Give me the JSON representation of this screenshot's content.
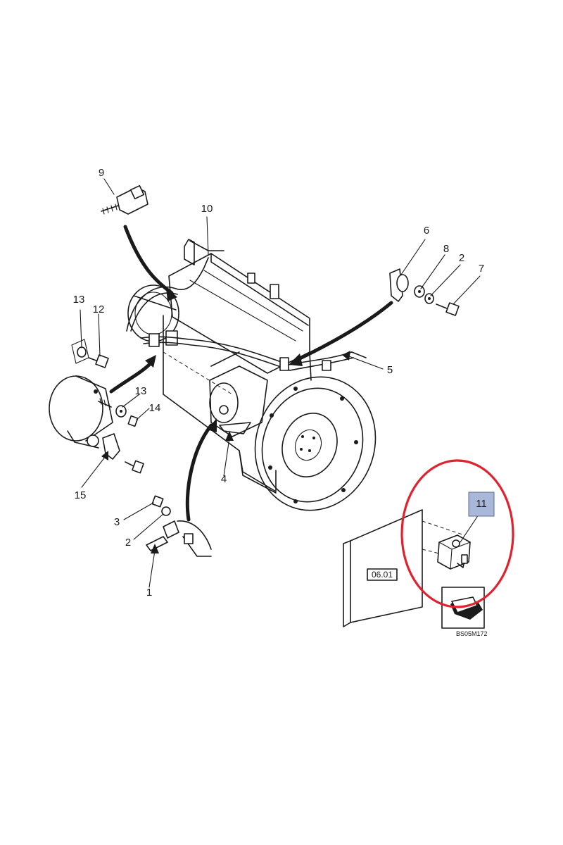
{
  "callouts": {
    "c1": "1",
    "c2a": "2",
    "c2b": "2",
    "c3": "3",
    "c4": "4",
    "c5": "5",
    "c6": "6",
    "c7": "7",
    "c8": "8",
    "c9": "9",
    "c10": "10",
    "c11": "11",
    "c12": "12",
    "c13a": "13",
    "c13b": "13",
    "c14": "14",
    "c15": "15"
  },
  "reference_box": "06.01",
  "figure_code": "BS05M172",
  "colors": {
    "ink": "#1a1a1a",
    "highlight_ring": "#e0222e",
    "callout_11_fill": "#a9b8d8"
  }
}
